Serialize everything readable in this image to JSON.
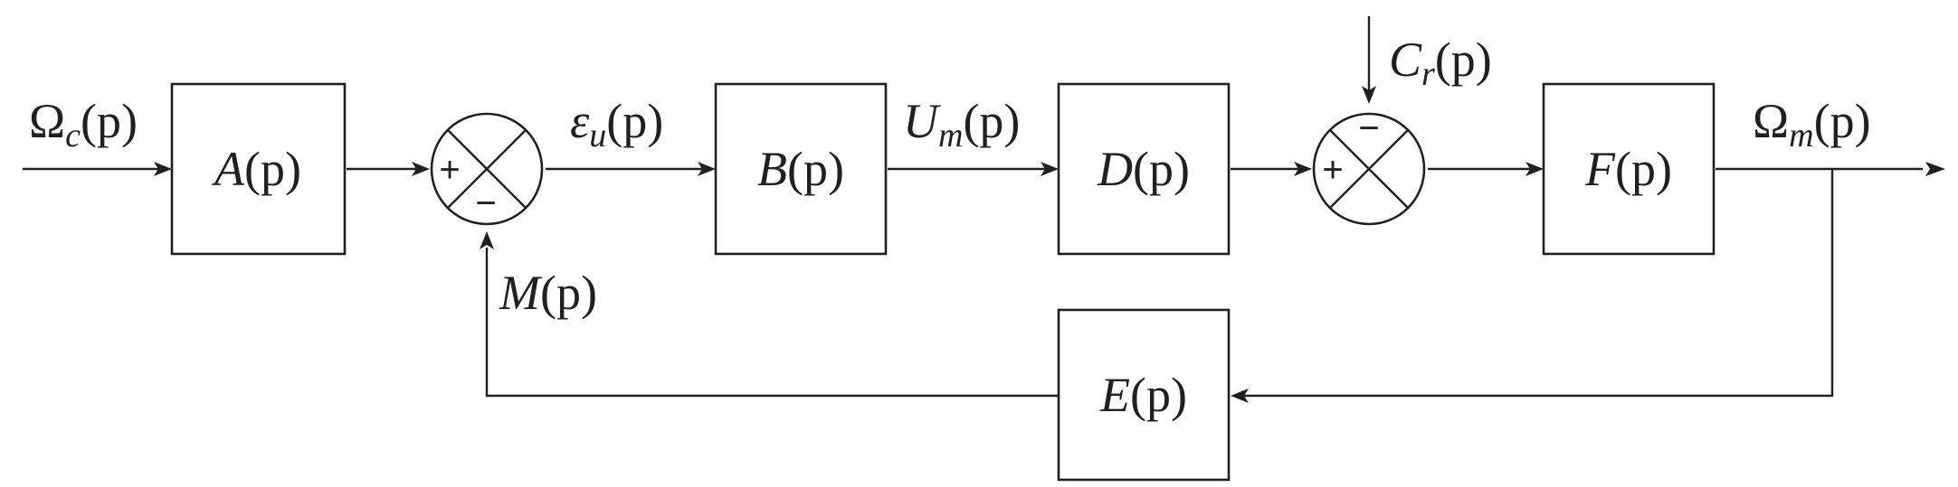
{
  "blocks": {
    "A": {
      "fn": "A",
      "arg": "(p)"
    },
    "B": {
      "fn": "B",
      "arg": "(p)"
    },
    "D": {
      "fn": "D",
      "arg": "(p)"
    },
    "F": {
      "fn": "F",
      "arg": "(p)"
    },
    "E": {
      "fn": "E",
      "arg": "(p)"
    }
  },
  "signals": {
    "omega_c": {
      "sym": "Ω",
      "sub": "c",
      "arg": "(p)"
    },
    "eps_u": {
      "sym": "ε",
      "sub": "u",
      "arg": "(p)"
    },
    "U_m": {
      "sym": "U",
      "sub": "m",
      "arg": "(p)"
    },
    "C_r": {
      "sym": "C",
      "sub": "r",
      "arg": "(p)"
    },
    "omega_m": {
      "sym": "Ω",
      "sub": "m",
      "arg": "(p)"
    },
    "M": {
      "sym": "M",
      "arg": "(p)"
    }
  },
  "summers": {
    "s1": {
      "plus": "+",
      "minus": "−"
    },
    "s2": {
      "plus": "+",
      "minus": "−"
    }
  }
}
